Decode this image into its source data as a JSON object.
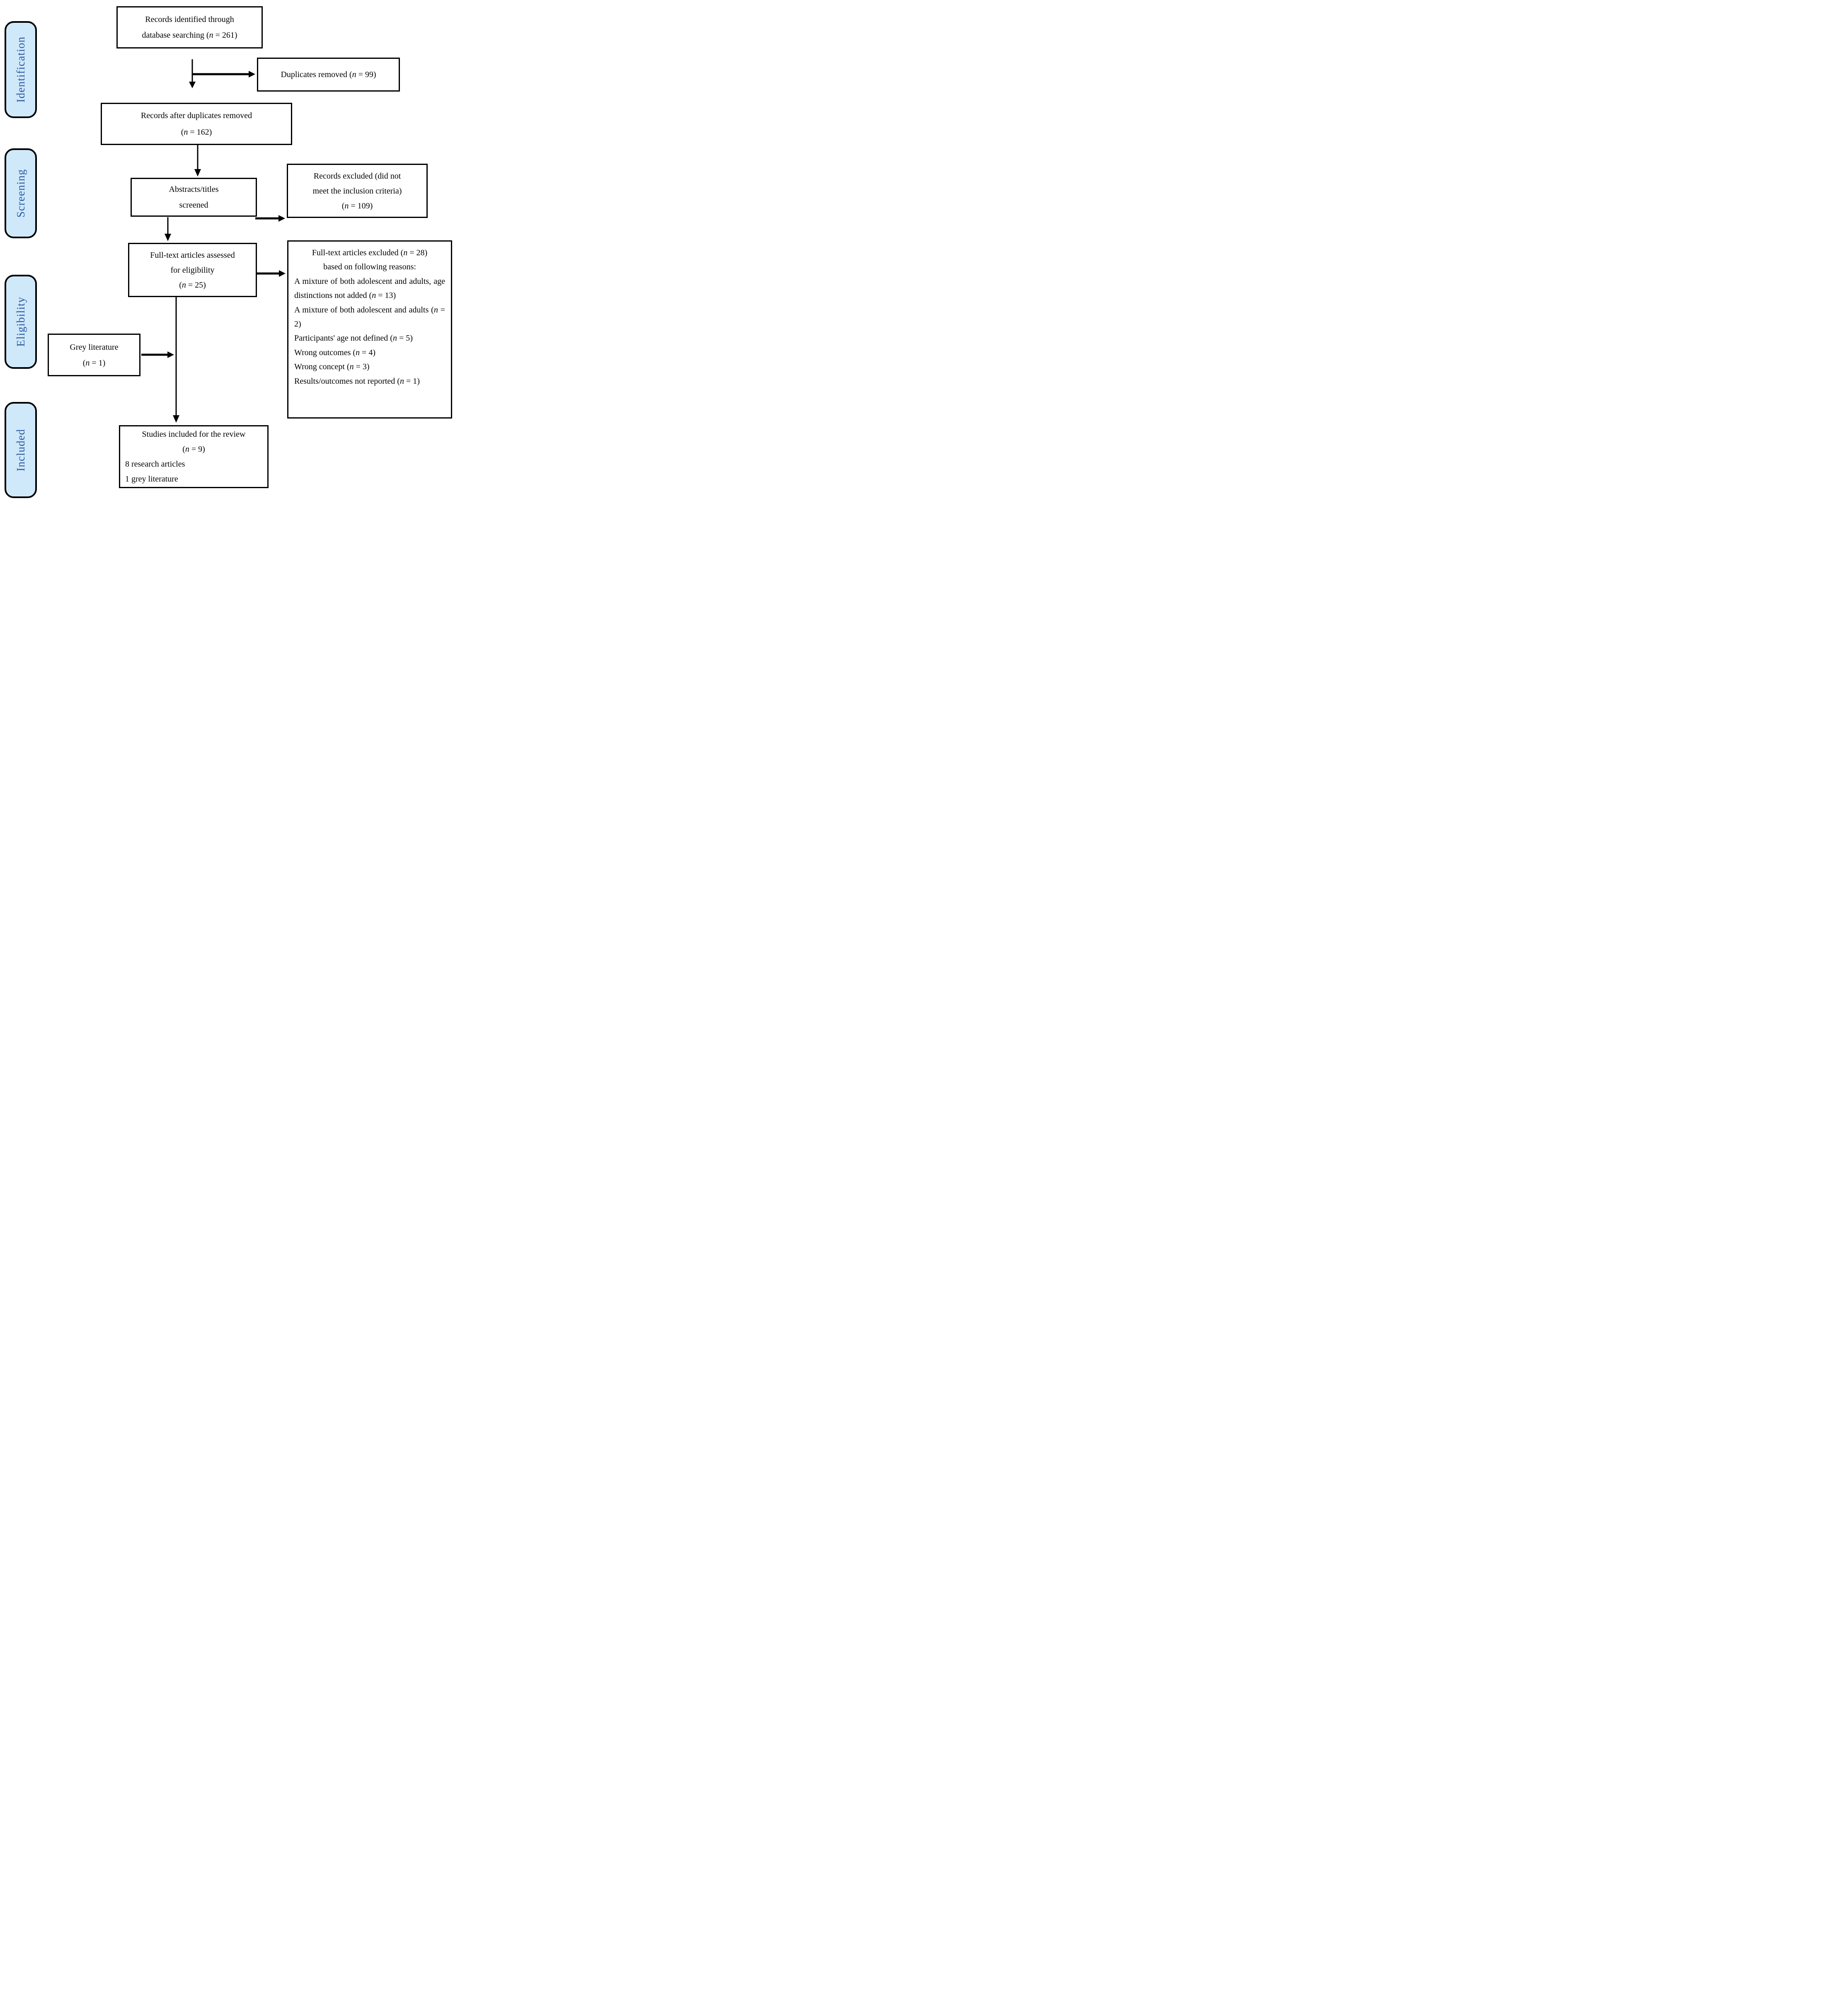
{
  "figure": {
    "type": "prisma-flow-diagram",
    "colors": {
      "line": "#000000",
      "box_fill": "#ffffff",
      "stage_fill": "#cfe9fb",
      "stage_text": "#2e5a9e"
    },
    "stages": {
      "identification": "Identification",
      "screening": "Screening",
      "eligibility": "Eligibility",
      "included": "Included"
    },
    "boxes": {
      "records_identified": {
        "line1": "Records identified through",
        "line2": "database searching (n = 261)"
      },
      "duplicates_removed": {
        "text": "Duplicates removed (n = 99)"
      },
      "records_after": {
        "line1": "Records after duplicates removed",
        "line2": "(n = 162)"
      },
      "abstracts_screened": {
        "line1": "Abstracts/titles",
        "line2": "screened"
      },
      "records_excluded": {
        "line1": "Records excluded (did not",
        "line2": "meet the inclusion criteria)",
        "line3": "(n = 109)"
      },
      "full_text_assessed": {
        "line1": "Full-text articles assessed",
        "line2": "for eligibility",
        "line3": "(n = 25)"
      },
      "full_text_excluded": {
        "title_line1": "Full-text articles excluded (n = 28)",
        "title_line2": "based on following reasons:",
        "reasons": [
          "A mixture of both adolescent and adults, age distinctions not added (n = 13)",
          "A mixture of both adolescent and adults (n = 2)",
          "Participants' age not defined (n = 5)",
          "Wrong outcomes (n = 4)",
          "Wrong concept (n = 3)",
          "Results/outcomes not reported (n = 1)"
        ]
      },
      "grey_literature": {
        "line1": "Grey literature",
        "line2": "(n = 1)"
      },
      "included_studies": {
        "line1": "Studies included for the review",
        "line2": "(n = 9)",
        "line3": "8 research articles",
        "line4": "1 grey literature"
      }
    }
  }
}
